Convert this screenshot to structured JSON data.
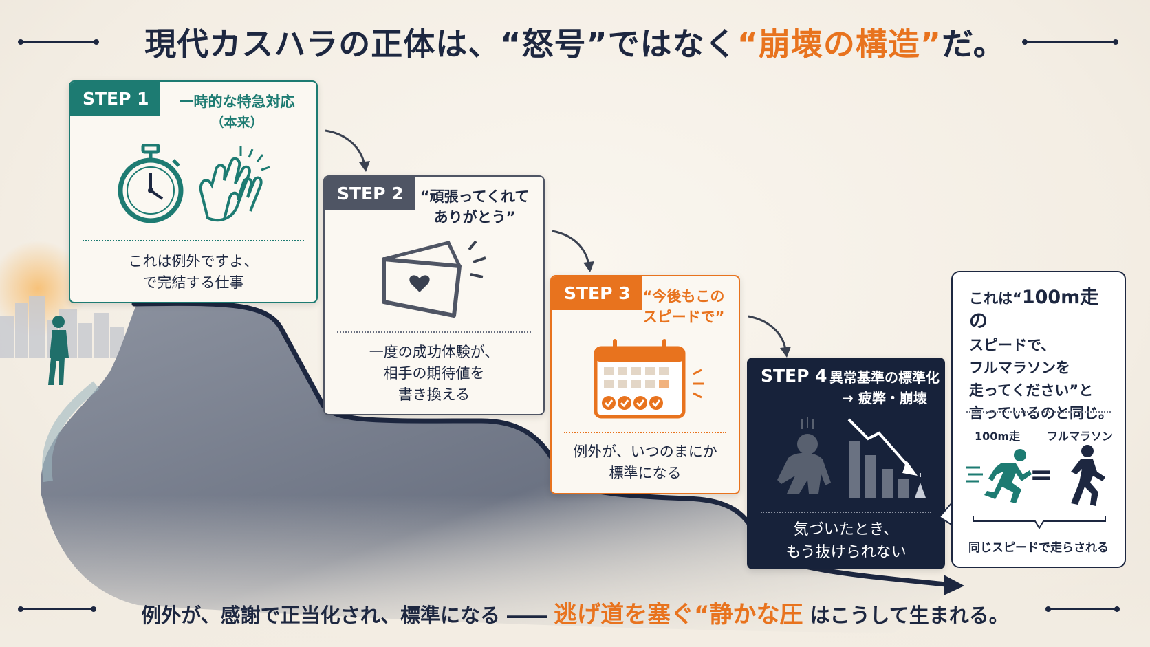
{
  "title": {
    "part1": "現代カスハラの正体は、“怒号”ではなく",
    "accent": "“崩壊の構造”",
    "part2": "だ。"
  },
  "steps": [
    {
      "tag": "STEP 1",
      "heading": "一時的な特急対応",
      "subheading": "（本来）",
      "description_lines": [
        "これは例外ですよ、",
        "で完結する仕事"
      ],
      "icons": [
        "stopwatch-icon",
        "clapping-hands-icon"
      ]
    },
    {
      "tag": "STEP 2",
      "heading_lines": [
        "“頑張ってくれて",
        "ありがとう”"
      ],
      "description_lines": [
        "一度の成功体験が、",
        "相手の期待値を",
        "書き換える"
      ],
      "icons": [
        "heart-card-icon"
      ]
    },
    {
      "tag": "STEP 3",
      "heading_lines": [
        "“今後もこの",
        "スピードで”"
      ],
      "description_lines": [
        "例外が、いつのまにか",
        "標準になる"
      ],
      "icons": [
        "calendar-check-icon"
      ]
    },
    {
      "tag": "STEP 4",
      "heading_lines": [
        "異常基準の標準化",
        "→ 疲弊・崩壊"
      ],
      "description_lines": [
        "気づいたとき、",
        "もう抜けられない"
      ],
      "icons": [
        "exhausted-person-icon",
        "falling-bar-chart-icon"
      ]
    }
  ],
  "callout": {
    "lines": [
      "これは“",
      "100m走の",
      "スピードで、",
      "フルマラソンを",
      "走ってください”と",
      "言っているのと同じ。"
    ],
    "label_left": "100m走",
    "label_right": "フルマラソン",
    "equals": "=",
    "caption": "同じスピードで走らされる"
  },
  "bottom": {
    "part1": "例外が、感謝で正当化され、標準になる ――",
    "accent": "逃げ道を塞ぐ“静かな圧",
    "part2": "はこうして生まれる。"
  },
  "colors": {
    "navy": "#1d2740",
    "teal": "#1d7b72",
    "gray": "#4f5564",
    "orange": "#e8731e"
  }
}
